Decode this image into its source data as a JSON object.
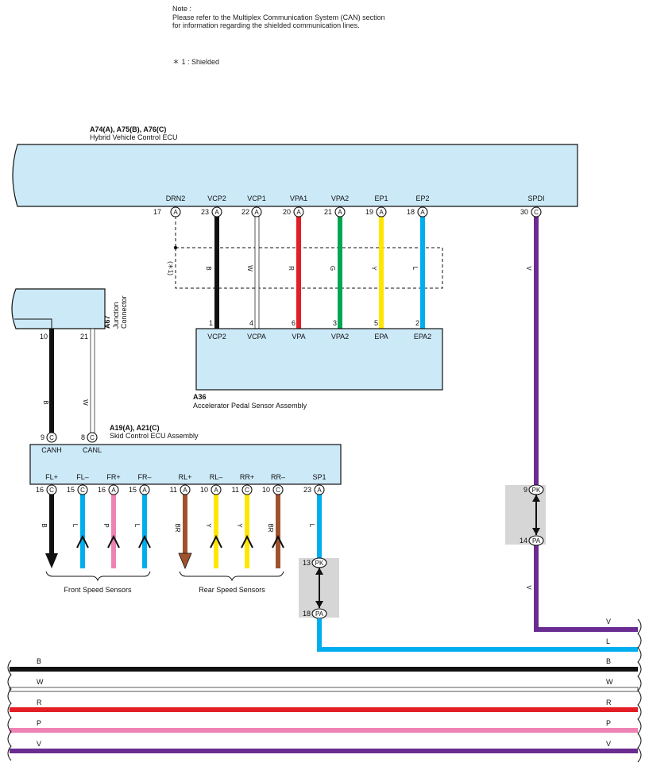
{
  "note": {
    "title": "Note :",
    "line1": "Please refer to the Multiplex Communication System (CAN) section",
    "line2": "for information regarding the shielded communication lines.",
    "shield_legend": "＊ 1 : Shielded"
  },
  "hv_ecu": {
    "connectors": "A74(A), A75(B), A76(C)",
    "name": "Hybrid Vehicle Control ECU",
    "terminals": [
      {
        "label": "DRN2",
        "pin": "17",
        "conn": "A"
      },
      {
        "label": "VCP2",
        "pin": "23",
        "conn": "A"
      },
      {
        "label": "VCP1",
        "pin": "22",
        "conn": "A"
      },
      {
        "label": "VPA1",
        "pin": "20",
        "conn": "A"
      },
      {
        "label": "VPA2",
        "pin": "21",
        "conn": "A"
      },
      {
        "label": "EP1",
        "pin": "19",
        "conn": "A"
      },
      {
        "label": "EP2",
        "pin": "18",
        "conn": "A"
      },
      {
        "label": "SPDI",
        "pin": "30",
        "conn": "C"
      }
    ]
  },
  "shield_mark": "(＊1)",
  "hv_wire_colors": [
    "B",
    "W",
    "R",
    "G",
    "Y",
    "L",
    "V"
  ],
  "accel_sensor": {
    "code": "A36",
    "name": "Accelerator Pedal Sensor Assembly",
    "terminals": [
      {
        "label": "VCP2",
        "pin": "1"
      },
      {
        "label": "VCPA",
        "pin": "4"
      },
      {
        "label": "VPA",
        "pin": "6"
      },
      {
        "label": "VPA2",
        "pin": "3"
      },
      {
        "label": "EPA",
        "pin": "5"
      },
      {
        "label": "EPA2",
        "pin": "2"
      }
    ]
  },
  "junction": {
    "code": "A67",
    "name_line1": "Junction",
    "name_line2": "Connector",
    "pins": [
      "10",
      "21"
    ]
  },
  "jc_wire_colors": [
    "B",
    "W"
  ],
  "skid_ecu": {
    "connectors": "A19(A), A21(C)",
    "name": "Skid Control ECU Assembly",
    "top_terminals": [
      {
        "label": "CANH",
        "pin": "9",
        "conn": "C"
      },
      {
        "label": "CANL",
        "pin": "8",
        "conn": "C"
      }
    ],
    "bottom_terminals": [
      {
        "label": "FL+",
        "pin": "16",
        "conn": "C",
        "wire": "B"
      },
      {
        "label": "FL–",
        "pin": "15",
        "conn": "C",
        "wire": "L"
      },
      {
        "label": "FR+",
        "pin": "16",
        "conn": "A",
        "wire": "P"
      },
      {
        "label": "FR–",
        "pin": "15",
        "conn": "A",
        "wire": "L"
      },
      {
        "label": "RL+",
        "pin": "11",
        "conn": "A",
        "wire": "BR"
      },
      {
        "label": "RL–",
        "pin": "10",
        "conn": "A",
        "wire": "Y"
      },
      {
        "label": "RR+",
        "pin": "11",
        "conn": "C",
        "wire": "Y"
      },
      {
        "label": "RR–",
        "pin": "10",
        "conn": "C",
        "wire": "BR"
      },
      {
        "label": "SP1",
        "pin": "23",
        "conn": "A",
        "wire": "L"
      }
    ]
  },
  "sensor_groups": {
    "front": "Front Speed Sensors",
    "rear": "Rear Speed Sensors"
  },
  "splice_right": {
    "top_pin": "9",
    "top_conn": "PK",
    "bottom_pin": "14",
    "bottom_conn": "PA",
    "wire_below": "V"
  },
  "splice_left": {
    "top_pin": "13",
    "top_conn": "PK",
    "bottom_pin": "18",
    "bottom_conn": "PA"
  },
  "bottom_bus": [
    {
      "label": "V",
      "hex": "#6a2c91"
    },
    {
      "label": "L",
      "hex": "#00aeef"
    },
    {
      "label": "B",
      "hex": "#111111"
    },
    {
      "label": "W",
      "hex": "#ffffff"
    },
    {
      "label": "R",
      "hex": "#e31e24"
    },
    {
      "label": "P",
      "hex": "#ee82b4"
    },
    {
      "label": "V",
      "hex": "#6a2c91"
    }
  ],
  "wire_hex": {
    "B": "#111111",
    "W": "#ffffff",
    "R": "#e31e24",
    "G": "#00a651",
    "Y": "#ffe600",
    "L": "#00aeef",
    "V": "#6a2c91",
    "P": "#ee82b4",
    "BR": "#a0522d"
  }
}
